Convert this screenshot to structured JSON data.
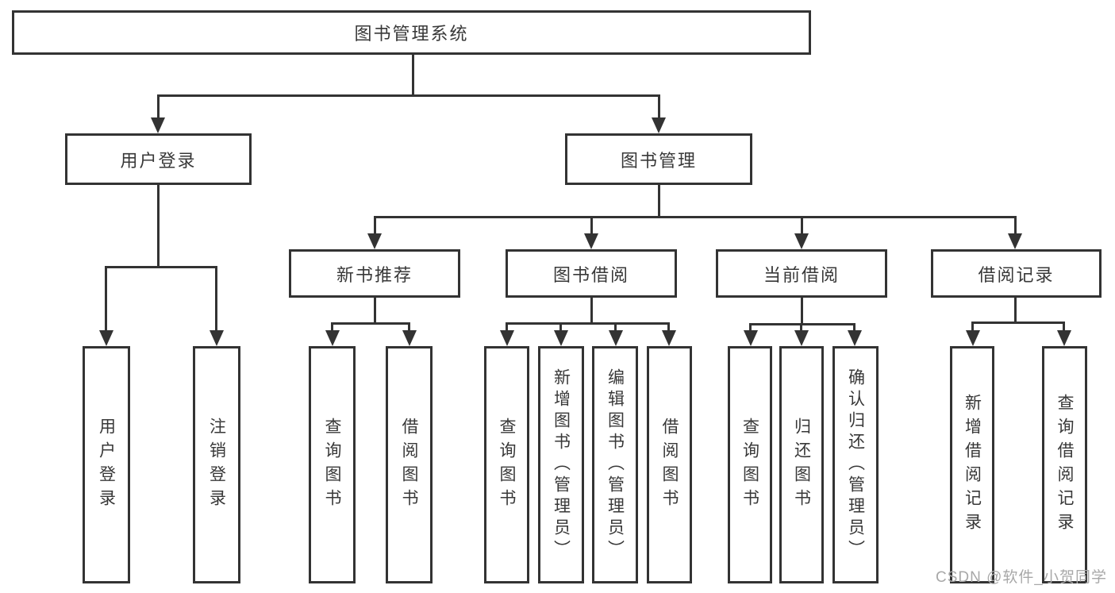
{
  "root": {
    "label": "图书管理系统"
  },
  "branches": {
    "user_login": {
      "label": "用户登录",
      "children": [
        "用户登录",
        "注销登录"
      ]
    },
    "book_mgmt": {
      "label": "图书管理",
      "sections": [
        {
          "label": "新书推荐",
          "children": [
            "查询图书",
            "借阅图书"
          ]
        },
        {
          "label": "图书借阅",
          "children": [
            "查询图书",
            "新增图书（管理员）",
            "编辑图书（管理员）",
            "借阅图书"
          ]
        },
        {
          "label": "当前借阅",
          "children": [
            "查询图书",
            "归还图书",
            "确认归还（管理员）"
          ]
        },
        {
          "label": "借阅记录",
          "children": [
            "新增借阅记录",
            "查询借阅记录"
          ]
        }
      ]
    }
  },
  "watermark": {
    "text": "CSDN @软件_小贺同学"
  },
  "colors": {
    "line": "#333333",
    "text": "#383838",
    "watermark": "#a8a8a8",
    "background": "#ffffff"
  }
}
